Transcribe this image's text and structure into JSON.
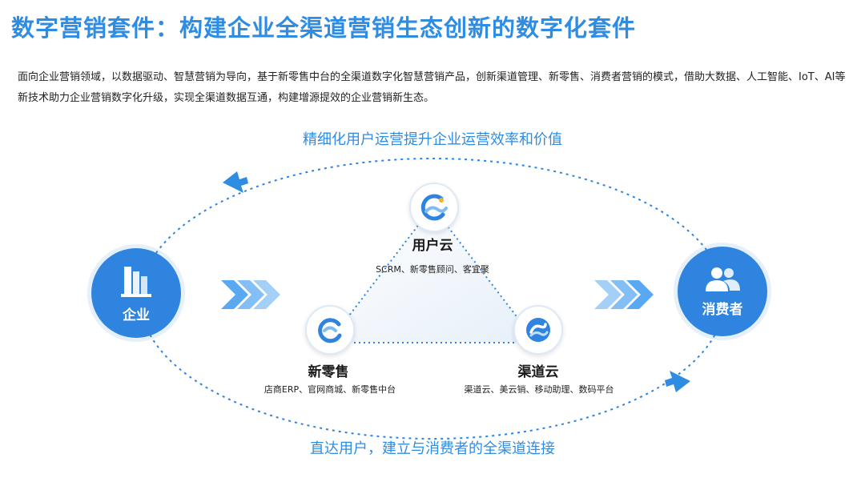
{
  "title": "数字营销套件：构建企业全渠道营销生态创新的数字化套件",
  "intro": "面向企业营销领域，以数据驱动、智慧营销为导向，基于新零售中台的全渠道数字化智慧营销产品，创新渠道管理、新零售、消费者营销的模式，借助大数据、人工智能、IoT、AI等新技术助力企业营销数字化升级，实现全渠道数据互通，构建增源提效的企业营销新生态。",
  "captions": {
    "top": "精细化用户运营提升企业运营效率和价值",
    "bottom": "直达用户，建立与消费者的全渠道连接"
  },
  "enterprise": {
    "label": "企业",
    "icon": "building-icon"
  },
  "consumer": {
    "label": "消费者",
    "icon": "users-icon"
  },
  "nodes": {
    "user_cloud": {
      "label": "用户云",
      "sub": "SCRM、新零售顾问、客宜聚",
      "icon": "user-cloud-logo-icon"
    },
    "new_retail": {
      "label": "新零售",
      "sub": "店商ERP、官网商城、新零售中台",
      "icon": "new-retail-logo-icon"
    },
    "channel_cloud": {
      "label": "渠道云",
      "sub": "渠道云、美云销、移动助理、数码平台",
      "icon": "channel-cloud-logo-icon"
    }
  },
  "colors": {
    "accent": "#2e8de3",
    "circle": "#2e84de",
    "dots": "#2e84de",
    "triangle_fill": "#eaf2fb"
  }
}
